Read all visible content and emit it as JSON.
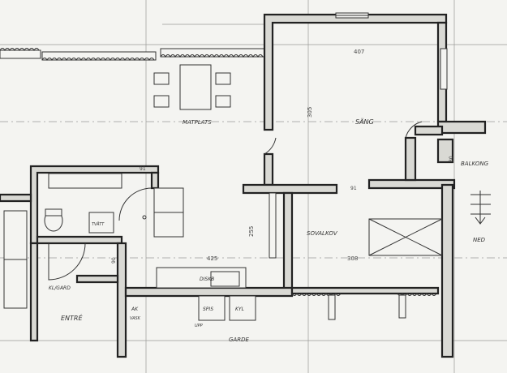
{
  "labels": {
    "matplats": "MATPLATS",
    "sang": "SÄNG",
    "balkong": "BALKONG",
    "sovalkov": "SOVALKOV",
    "ned": "NED",
    "entre": "ENTRÉ",
    "garderob": "KL/GARD",
    "diskbank": "DISKB",
    "spis": "SPIS",
    "kyl": "KYL",
    "tvatt": "TVÄTT",
    "garde": "GARDE",
    "ak": "AK",
    "vask": "VASK",
    "uppe": "UPP"
  },
  "dimensions": {
    "bedroom_width": "407",
    "bedroom_height": "305",
    "bath_width": "91",
    "corridor_width": "91",
    "living_width": "425",
    "hall_height": "255",
    "small_height": "30",
    "right_width": "308",
    "entry_width": "90"
  },
  "colors": {
    "paper": "#f4f4f1",
    "ink": "#222222",
    "wall_fill": "#d9d9d4"
  }
}
